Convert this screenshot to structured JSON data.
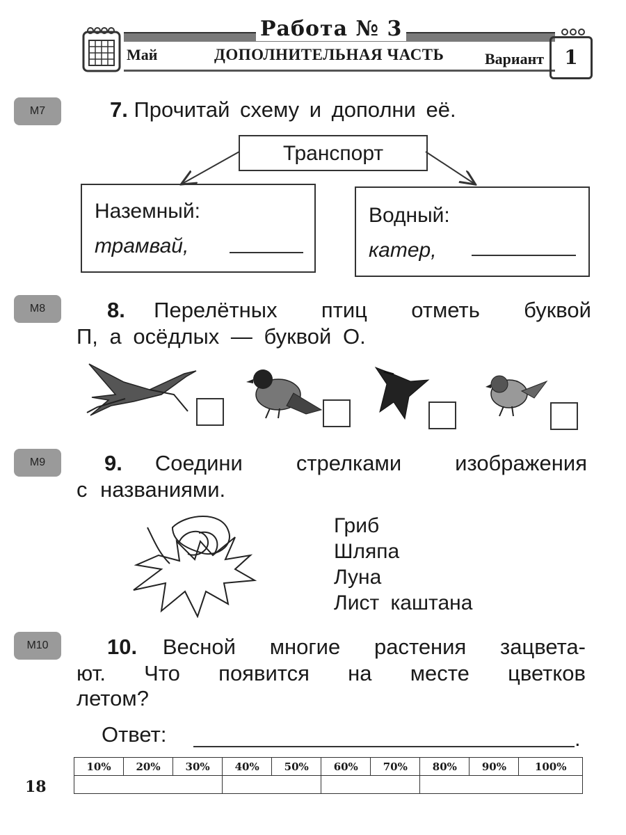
{
  "header": {
    "title": "Работа № 3",
    "month": "Май",
    "part": "ДОПОЛНИТЕЛЬНАЯ ЧАСТЬ",
    "variant_label": "Вариант",
    "variant_number": "1"
  },
  "tasks": {
    "t7": {
      "badge": "М7",
      "number": "7.",
      "text": "Прочитай схему и дополни её.",
      "root": "Транспорт",
      "left_label": "Наземный:",
      "left_example": "трамвай,",
      "right_label": "Водный:",
      "right_example": "катер,"
    },
    "t8": {
      "badge": "М8",
      "number": "8.",
      "line1": "Перелётных птиц отметь буквой",
      "line2": "П, а осёдлых — буквой О."
    },
    "t9": {
      "badge": "М9",
      "number": "9.",
      "line1": "Соедини стрелками изображения",
      "line2": "с названиями.",
      "options": [
        "Гриб",
        "Шляпа",
        "Луна",
        "Лист каштана"
      ]
    },
    "t10": {
      "badge": "М10",
      "number": "10.",
      "line1": "Весной многие растения зацвета-",
      "line2": "ют. Что появится на месте цветков",
      "line3": "летом?",
      "answer_label": "Ответ:",
      "answer_end": "."
    }
  },
  "score_row": [
    "10%",
    "20%",
    "30%",
    "40%",
    "50%",
    "60%",
    "70%",
    "80%",
    "90%",
    "100%"
  ],
  "page_number": "18"
}
